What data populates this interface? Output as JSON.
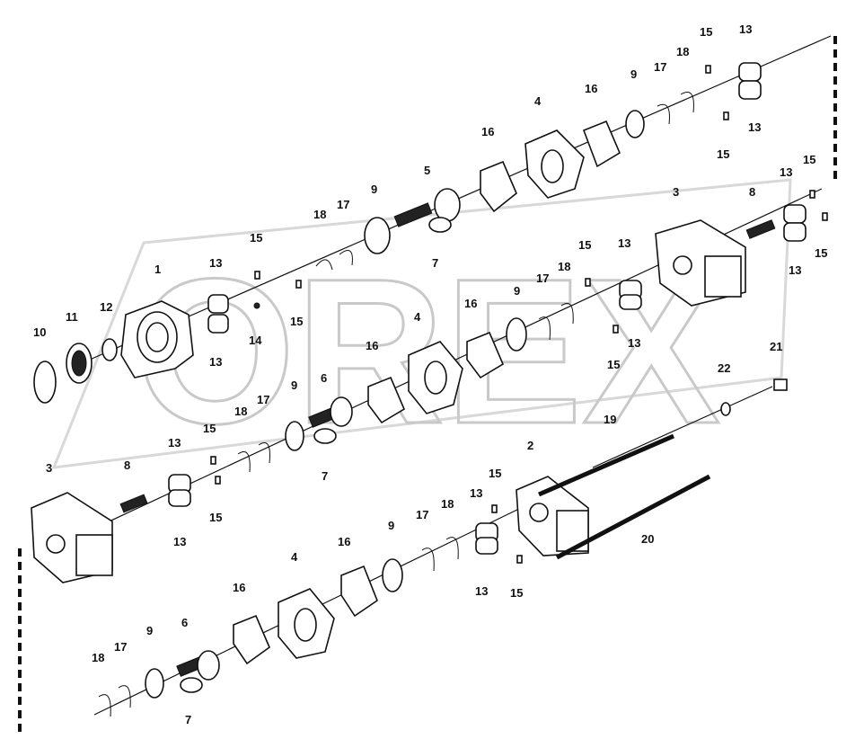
{
  "watermark": "OREX",
  "callouts": {
    "c1": "1",
    "c2": "2",
    "c3a": "3",
    "c3b": "3",
    "c4a": "4",
    "c4b": "4",
    "c4c": "4",
    "c5": "5",
    "c6a": "6",
    "c6b": "6",
    "c7a": "7",
    "c7b": "7",
    "c7c": "7",
    "c8a": "8",
    "c8b": "8",
    "c9a": "9",
    "c9b": "9",
    "c9c": "9",
    "c9d": "9",
    "c9e": "9",
    "c9f": "9",
    "c10": "10",
    "c11": "11",
    "c12": "12",
    "c13a": "13",
    "c13b": "13",
    "c13c": "13",
    "c13d": "13",
    "c13e": "13",
    "c13f": "13",
    "c13g": "13",
    "c13h": "13",
    "c13i": "13",
    "c13j": "13",
    "c13k": "13",
    "c13l": "13",
    "c14": "14",
    "c15a": "15",
    "c15b": "15",
    "c15c": "15",
    "c15d": "15",
    "c15e": "15",
    "c15f": "15",
    "c15g": "15",
    "c15h": "15",
    "c15i": "15",
    "c15j": "15",
    "c15k": "15",
    "c16a": "16",
    "c16b": "16",
    "c16c": "16",
    "c16d": "16",
    "c16e": "16",
    "c16f": "16",
    "c17a": "17",
    "c17b": "17",
    "c17c": "17",
    "c17d": "17",
    "c17e": "17",
    "c17f": "17",
    "c18a": "18",
    "c18b": "18",
    "c18c": "18",
    "c18d": "18",
    "c18e": "18",
    "c18f": "18",
    "c19": "19",
    "c20": "20",
    "c21": "21",
    "c22": "22"
  }
}
